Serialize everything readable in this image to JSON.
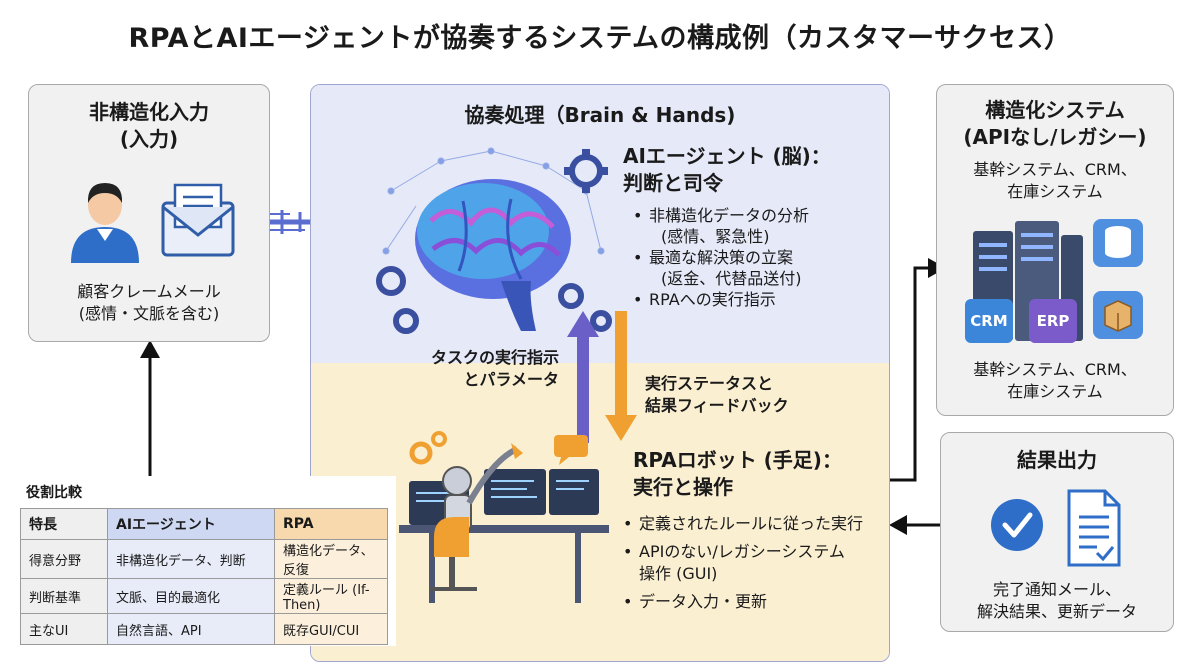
{
  "title": "RPAとAIエージェントが協奏するシステムの構成例（カスタマーサクセス）",
  "input_panel": {
    "title_line1": "非構造化入力",
    "title_line2": "(入力)",
    "desc_line1": "顧客クレームメール",
    "desc_line2": "(感情・文脈を含む)"
  },
  "center_panel": {
    "title": "協奏処理（Brain & Hands)",
    "ai": {
      "heading_line1": "AIエージェント (脳)：",
      "heading_line2": "判断と司令",
      "bullets": [
        {
          "main": "非構造化データの分析",
          "sub": "(感情、緊急性)"
        },
        {
          "main": "最適な解決策の立案",
          "sub": "(返金、代替品送付)"
        },
        {
          "main": "RPAへの実行指示",
          "sub": ""
        }
      ]
    },
    "arrow_down_label_line1": "タスクの実行指示",
    "arrow_down_label_line2": "とパラメータ",
    "arrow_up_label_line1": "実行ステータスと",
    "arrow_up_label_line2": "結果フィードバック",
    "rpa": {
      "heading_line1": "RPAロボット (手足)：",
      "heading_line2": "実行と操作",
      "bullets": [
        {
          "main": "定義されたルールに従った実行",
          "sub": ""
        },
        {
          "main": "APIのない/レガシーシステム",
          "sub": "操作 (GUI)"
        },
        {
          "main": "データ入力・更新",
          "sub": ""
        }
      ]
    }
  },
  "structured_panel": {
    "title_line1": "構造化システム",
    "title_line2": "(APIなし/レガシー)",
    "desc_top_line1": "基幹システム、CRM、",
    "desc_top_line2": "在庫システム",
    "crm_label": "CRM",
    "erp_label": "ERP",
    "desc_bottom_line1": "基幹システム、CRM、",
    "desc_bottom_line2": "在庫システム"
  },
  "output_panel": {
    "title": "結果出力",
    "desc_line1": "完了通知メール、",
    "desc_line2": "解決結果、更新データ"
  },
  "comparison": {
    "caption": "役割比較",
    "headers": [
      "特長",
      "AIエージェント",
      "RPA"
    ],
    "rows": [
      [
        "得意分野",
        "非構造化データ、判断",
        "構造化データ、反復"
      ],
      [
        "判断基準",
        "文脈、目的最適化",
        "定義ルール (If-Then)"
      ],
      [
        "主なUI",
        "自然言語、API",
        "既存GUI/CUI"
      ]
    ]
  },
  "colors": {
    "ai_zone": "#e6e9f8",
    "rpa_zone": "#fbefd2",
    "ai_arrow": "#6a5fc7",
    "rpa_arrow": "#f0a030",
    "flow_arrow": "#111111",
    "ai_header": "#cfd8f3",
    "rpa_header": "#f8d9ae"
  }
}
